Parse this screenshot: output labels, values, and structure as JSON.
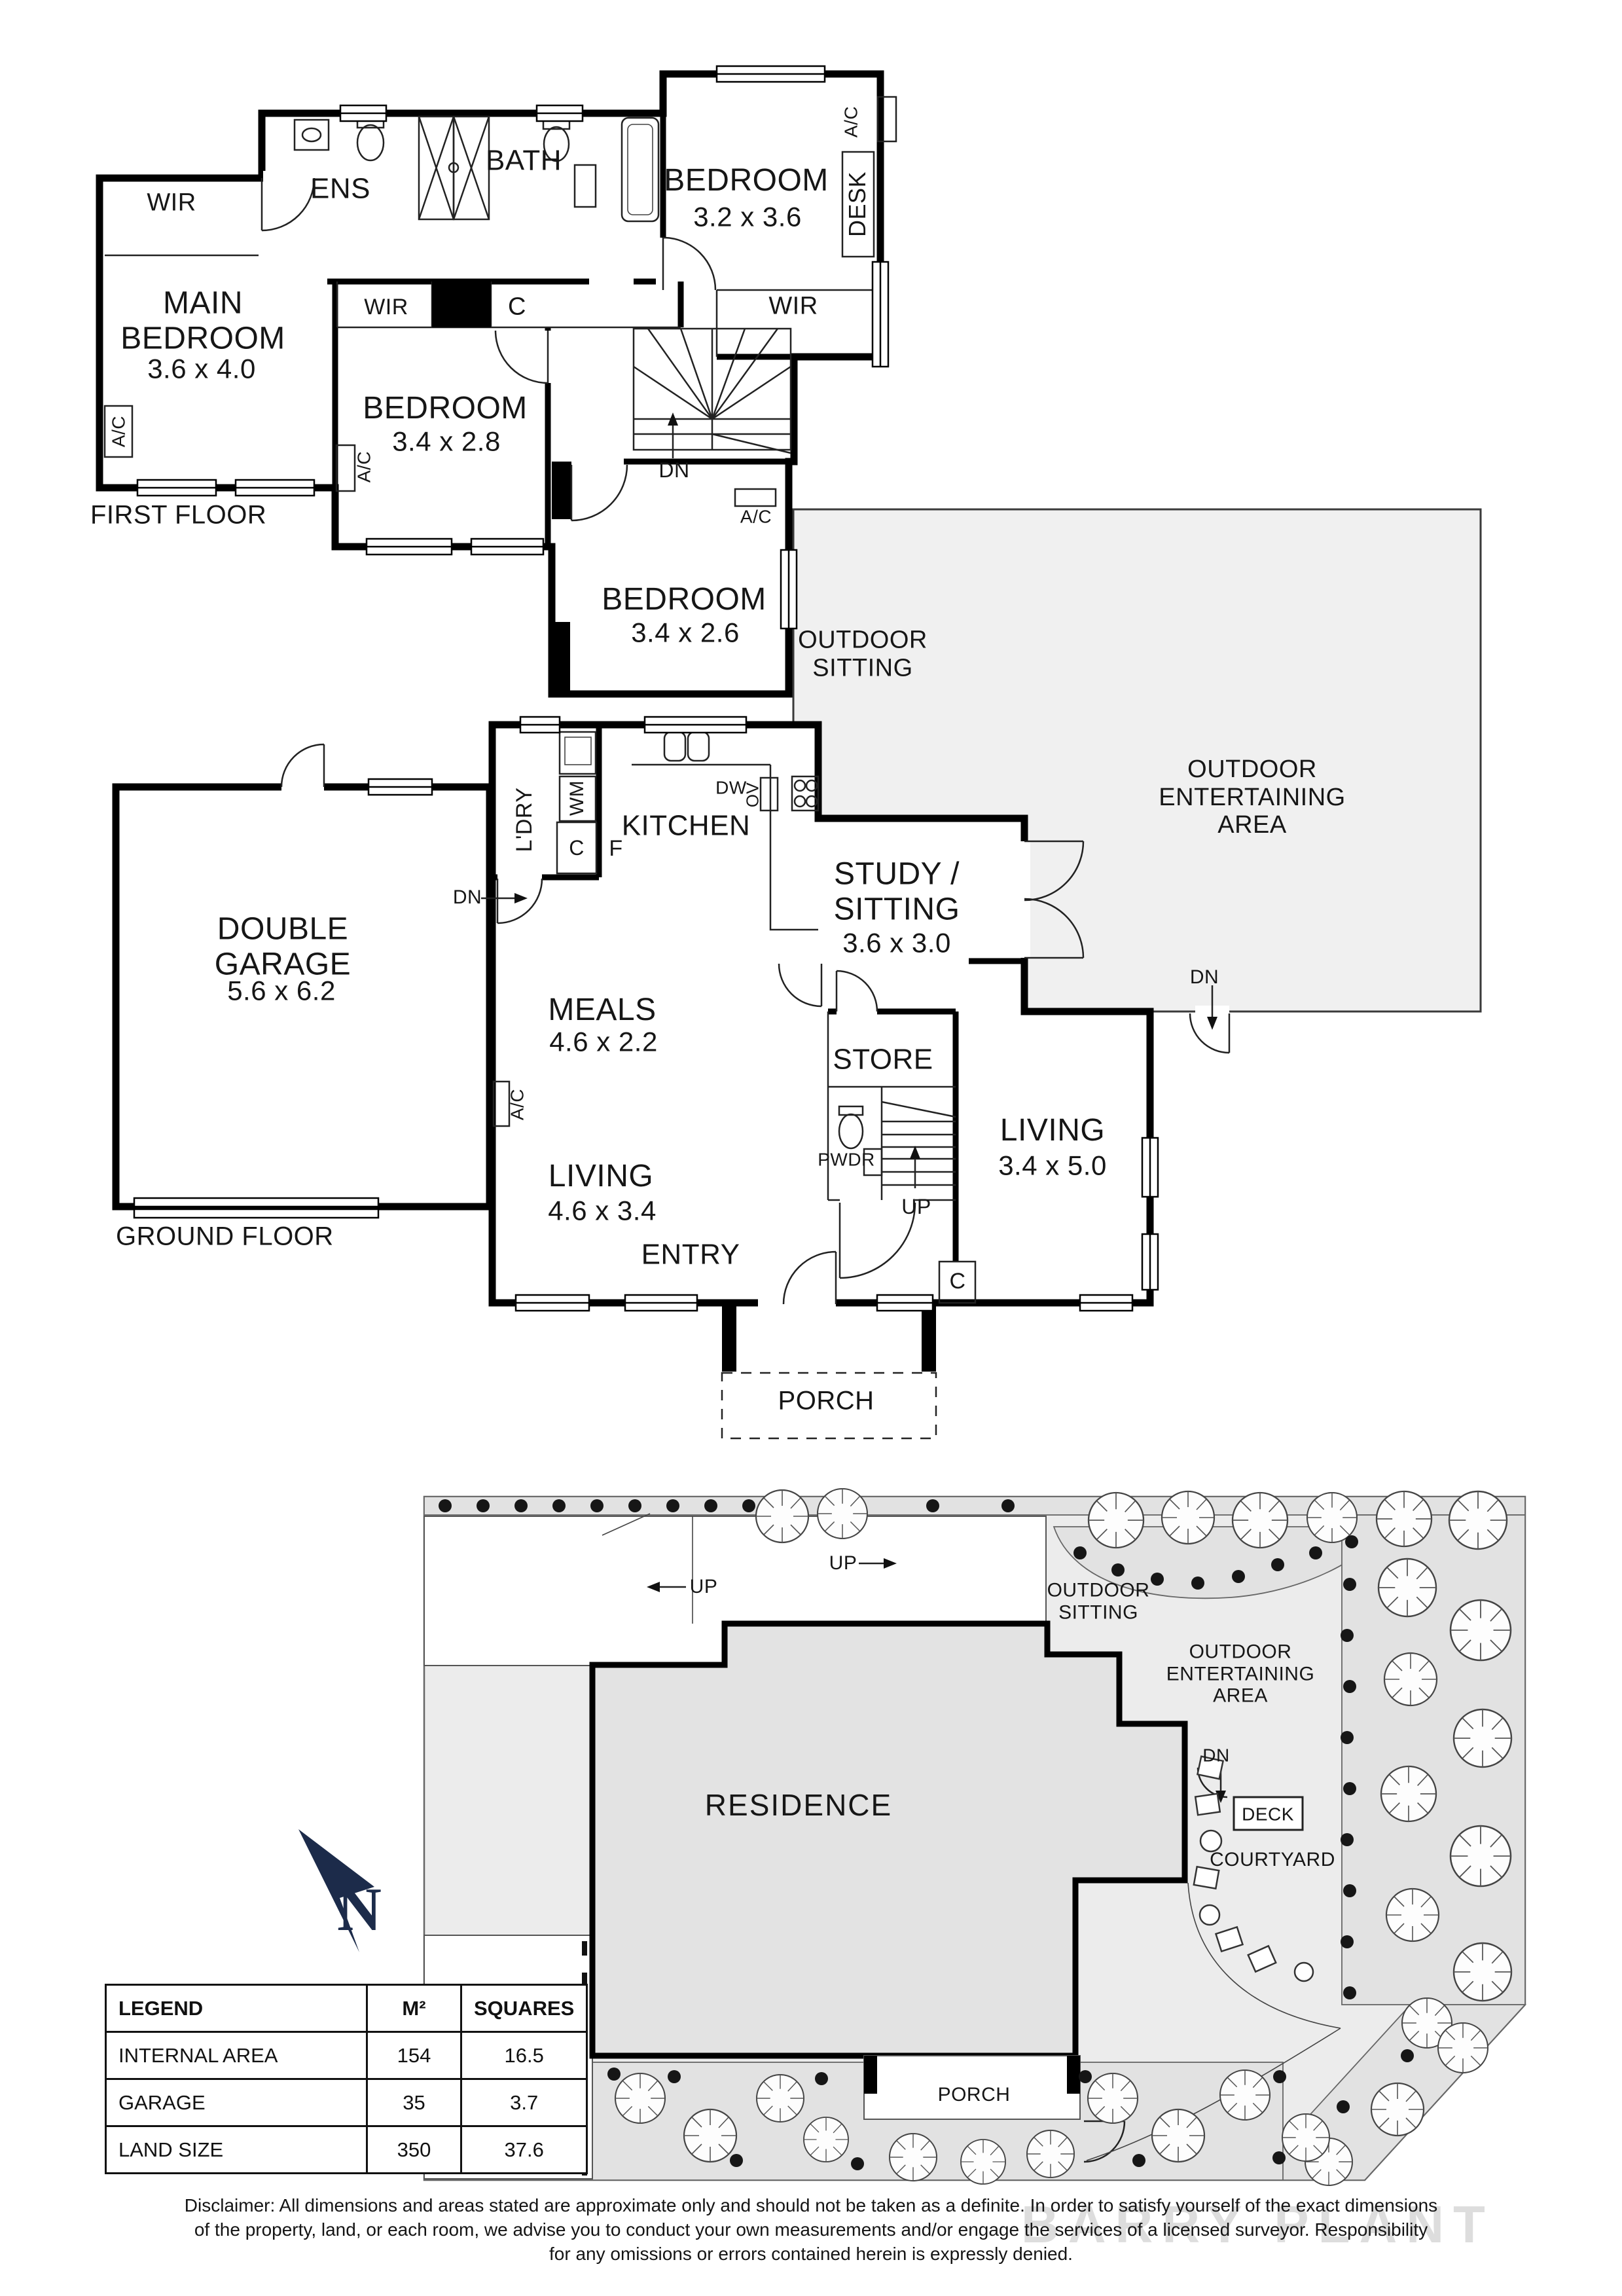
{
  "labels": {
    "wir": "WIR",
    "ac": "A/C",
    "dn": "DN",
    "up": "UP",
    "c": "C"
  },
  "first_floor": {
    "title": "FIRST FLOOR",
    "ens": "ENS",
    "bath": "BATH",
    "desk": "DESK",
    "main_bedroom": {
      "name": "MAIN\nBEDROOM",
      "dims": "3.6 x 4.0"
    },
    "bedroom2": {
      "name": "BEDROOM",
      "dims": "3.2 x 3.6"
    },
    "bedroom3": {
      "name": "BEDROOM",
      "dims": "3.4 x 2.8"
    },
    "bedroom4": {
      "name": "BEDROOM",
      "dims": "3.4 x 2.6"
    }
  },
  "outdoor": {
    "sitting": "OUTDOOR\nSITTING",
    "entertaining": "OUTDOOR\nENTERTAINING\nAREA"
  },
  "ground_floor": {
    "title": "GROUND FLOOR",
    "ldry": "L'DRY",
    "wm": "WM",
    "f": "F",
    "kitchen": "KITCHEN",
    "dw": "DW",
    "ov": "OV",
    "garage": {
      "name": "DOUBLE\nGARAGE",
      "dims": "5.6 x 6.2"
    },
    "meals": {
      "name": "MEALS",
      "dims": "4.6 x 2.2"
    },
    "study": {
      "name": "STUDY /\nSITTING",
      "dims": "3.6 x 3.0"
    },
    "store": "STORE",
    "pwdr": "PWDR",
    "living1": {
      "name": "LIVING",
      "dims": "4.6 x 3.4"
    },
    "living2": {
      "name": "LIVING",
      "dims": "3.4 x 5.0"
    },
    "entry": "ENTRY",
    "porch": "PORCH"
  },
  "site_plan": {
    "residence": "RESIDENCE",
    "outdoor_sitting": "OUTDOOR\nSITTING",
    "outdoor_entertaining": "OUTDOOR\nENTERTAINING\nAREA",
    "deck": "DECK",
    "courtyard": "COURTYARD",
    "porch": "PORCH",
    "north": "N"
  },
  "legend": {
    "header": [
      "LEGEND",
      "M²",
      "SQUARES"
    ],
    "rows": [
      [
        "INTERNAL AREA",
        "154",
        "16.5"
      ],
      [
        "GARAGE",
        "35",
        "3.7"
      ],
      [
        "LAND SIZE",
        "350",
        "37.6"
      ]
    ]
  },
  "disclaimer": {
    "line1": "Disclaimer: All dimensions and areas stated are approximate only and should not be taken as a definite. In order to satisfy yourself of the exact dimensions",
    "line2": "of the property, land, or each room, we advise you to conduct your own measurements and/or engage the services of a licensed surveyor. Responsibility",
    "line3": "for any omissions or errors contained herein is expressly denied."
  },
  "watermark": "BARRY PLANT"
}
